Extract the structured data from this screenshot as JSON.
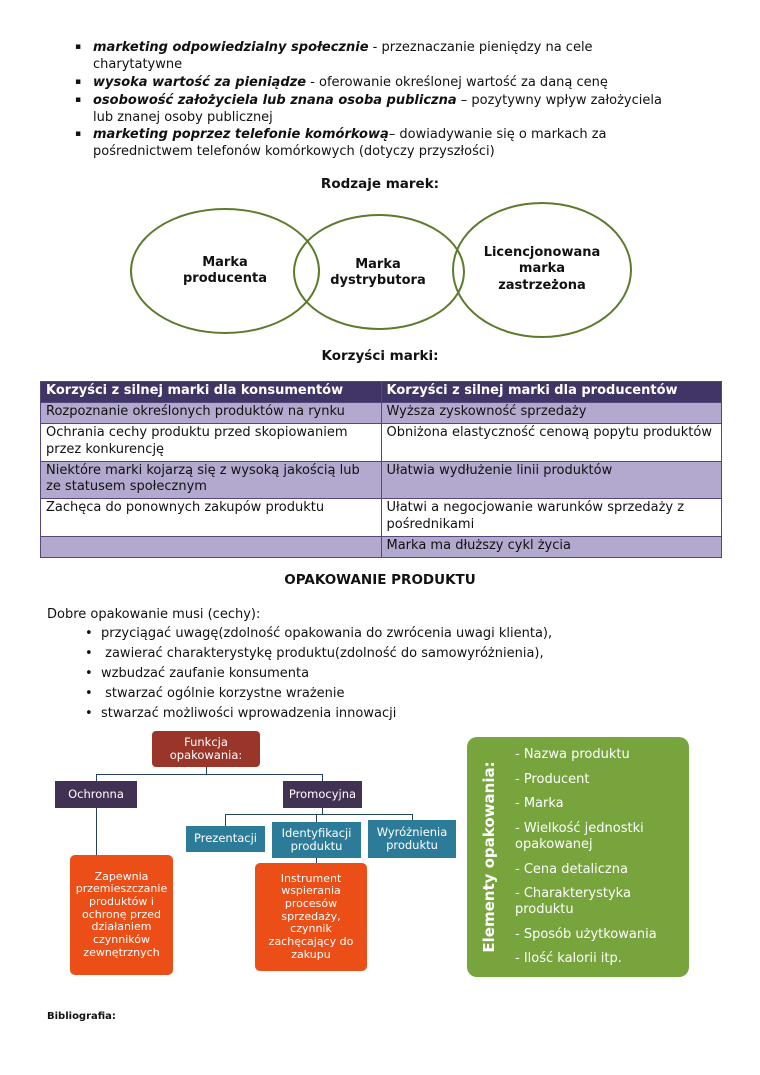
{
  "document": {
    "glyphs": {
      "square": "▪",
      "dot": "•"
    },
    "top_bullets": [
      {
        "term": "marketing odpowiedzialny społecznie",
        "rest": " - przeznaczanie pieniędzy na cele charytatywne"
      },
      {
        "term": "wysoka wartość za pieniądze",
        "rest": " - oferowanie określonej wartość za daną cenę"
      },
      {
        "term": "osobowość założyciela lub znana osoba publiczna",
        "rest": " – pozytywny wpływ założyciela lub znanej osoby publicznej"
      },
      {
        "term": "marketing poprzez telefonie komórkową",
        "rest": "– dowiadywanie się o markach za pośrednictwem telefonów komórkowych (dotyczy przyszłości)"
      }
    ],
    "headings": {
      "rodzaje": "Rodzaje marek:",
      "korzysci": "Korzyści marki:",
      "opakowanie": "OPAKOWANIE PRODUKTU"
    },
    "venn": {
      "labels": [
        "Marka producenta",
        "Marka dystrybutora",
        "Licencjonowana marka zastrzeżona"
      ]
    },
    "table": {
      "headers": [
        "Korzyści z silnej marki dla konsumentów",
        "Korzyści z silnej marki dla producentów"
      ],
      "rows": [
        [
          "Rozpoznanie określonych produktów na rynku",
          "Wyższa zyskowność sprzedaży"
        ],
        [
          "Ochrania cechy produktu przed skopiowaniem przez konkurencję",
          "Obniżona elastyczność cenową popytu produktów"
        ],
        [
          "Niektóre marki kojarzą się z wysoką jakością lub ze statusem społecznym",
          "Ułatwia wydłużenie linii produktów"
        ],
        [
          "Zachęca do ponownych zakupów produktu",
          "Ułatwi a negocjowanie warunków sprzedaży z pośrednikami"
        ],
        [
          "",
          "Marka ma dłuższy cykl życia"
        ]
      ]
    },
    "packaging_intro": "Dobre opakowanie musi (cechy):",
    "packaging_bullets": [
      "przyciągać uwagę(zdolność opakowania do zwrócenia uwagi klienta),",
      " zawierać charakterystykę produktu(zdolność do samowyróżnienia),",
      "wzbudzać zaufanie konsumenta",
      " stwarzać ogólnie korzystne wrażenie",
      "stwarzać możliwości wprowadzenia innowacji"
    ],
    "diagram": {
      "root": "Funkcja opakowania:",
      "level2": [
        "Ochronna",
        "Promocyjna"
      ],
      "level3": [
        "Prezentacji",
        "Identyfikacji produktu",
        "Wyróżnienia produktu"
      ],
      "orange_left": "Zapewnia przemieszczanie produktów i ochronę przed działaniem czynników zewnętrznych",
      "orange_mid": "Instrument wspierania procesów sprzedaży, czynnik zachęcający do zakupu",
      "green_title": "Elementy opakowania:",
      "green_items": [
        "- Nazwa produktu",
        "- Producent",
        "- Marka",
        "- Wielkość jednostki opakowanej",
        "- Cena detaliczna",
        "- Charakterystyka produktu",
        "- Sposób użytkowania",
        "- Ilość kalorii itp."
      ]
    },
    "footer": {
      "bibliografia": "Bibliografia:"
    },
    "colors": {
      "table_header_bg": "#413566",
      "table_alt_row_bg": "#b3a9ce",
      "table_border": "#56467e",
      "venn_outline": "#5d7b2d",
      "box_root_bg": "#993529",
      "box_level2_bg": "#413152",
      "box_level3_bg": "#2b7b99",
      "box_orange_bg": "#eb4e16",
      "box_green_bg": "#77a43d",
      "connector": "#24415f"
    }
  }
}
